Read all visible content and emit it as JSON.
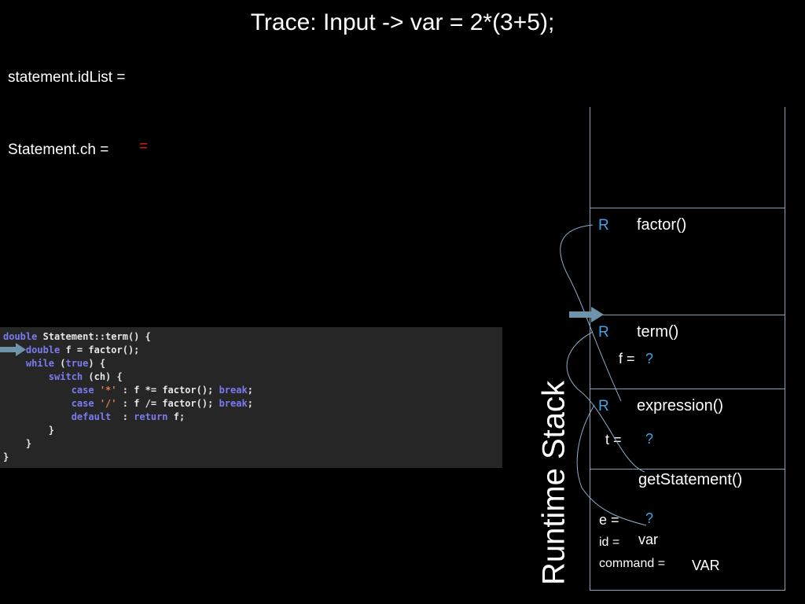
{
  "title": "Trace: Input -> var = 2*(3+5);",
  "statement_idlist": {
    "label": "statement.idList ="
  },
  "statement_ch": {
    "label": "Statement.ch =",
    "value": "="
  },
  "code": {
    "lines": [
      [
        {
          "t": "double",
          "c": "kw"
        },
        {
          "t": " Statement::term() {",
          "c": ""
        }
      ],
      [
        {
          "t": "    double",
          "c": "kw"
        },
        {
          "t": " f = factor();",
          "c": ""
        }
      ],
      [
        {
          "t": "    while",
          "c": "kw"
        },
        {
          "t": " (",
          "c": ""
        },
        {
          "t": "true",
          "c": "kw"
        },
        {
          "t": ") {",
          "c": ""
        }
      ],
      [
        {
          "t": "        switch",
          "c": "kw"
        },
        {
          "t": " (ch) {",
          "c": ""
        }
      ],
      [
        {
          "t": "            case",
          "c": "kw"
        },
        {
          "t": " ",
          "c": ""
        },
        {
          "t": "'*'",
          "c": "str"
        },
        {
          "t": " : f *= factor(); ",
          "c": ""
        },
        {
          "t": "break",
          "c": "kw"
        },
        {
          "t": ";",
          "c": ""
        }
      ],
      [
        {
          "t": "            case",
          "c": "kw"
        },
        {
          "t": " ",
          "c": ""
        },
        {
          "t": "'/'",
          "c": "str"
        },
        {
          "t": " : f /= factor(); ",
          "c": ""
        },
        {
          "t": "break",
          "c": "kw"
        },
        {
          "t": ";",
          "c": ""
        }
      ],
      [
        {
          "t": "            default",
          "c": "kw"
        },
        {
          "t": "  : ",
          "c": ""
        },
        {
          "t": "return",
          "c": "kw"
        },
        {
          "t": " f;",
          "c": ""
        }
      ],
      [
        {
          "t": "        }",
          "c": ""
        }
      ],
      [
        {
          "t": "    }",
          "c": ""
        }
      ],
      [
        {
          "t": "}",
          "c": ""
        }
      ]
    ]
  },
  "stack": {
    "label": "Runtime Stack",
    "frames": {
      "factor": {
        "r": "R",
        "name": "factor()"
      },
      "term": {
        "r": "R",
        "name": "term()",
        "f_label": "f =",
        "f_value": "?"
      },
      "expression": {
        "r": "R",
        "name": "expression()",
        "t_label": "t =",
        "t_value": "?"
      },
      "getstatement": {
        "name": "getStatement()",
        "e_label": "e =",
        "e_value": "?",
        "id_label": "id =",
        "id_value": "var",
        "command_label": "command =",
        "command_value": "VAR"
      }
    }
  },
  "colors": {
    "accent_red": "#e0201c",
    "accent_blue": "#3ea6e8",
    "arrow": "#6f93a8",
    "curve": "#8aaec8"
  },
  "icons": {
    "pointer": "arrow-right-icon"
  }
}
